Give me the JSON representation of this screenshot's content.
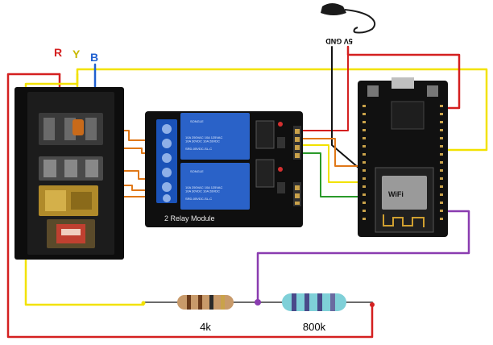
{
  "supply_labels": {
    "r": "R",
    "y": "Y",
    "b": "B"
  },
  "power_label": "5V GND",
  "relay_module": {
    "name": "2 Relay Module",
    "relay_brand": "SONGLE",
    "relay_model": "SRD-05VDC-SL-C",
    "relay_spec": "10A 250VAC 10A 125VAC\n10A 30VDC 10A 28VDC"
  },
  "mcu_chip_label": "WiFi",
  "resistors": {
    "r1": {
      "label": "4k"
    },
    "r2": {
      "label": "800k"
    }
  },
  "wire_colors": {
    "red": "#d42020",
    "yellow": "#f2e200",
    "blue": "#2060d0",
    "orange": "#e07818",
    "purple": "#8a3cb0",
    "green": "#2a9a2a",
    "black": "#111111"
  }
}
